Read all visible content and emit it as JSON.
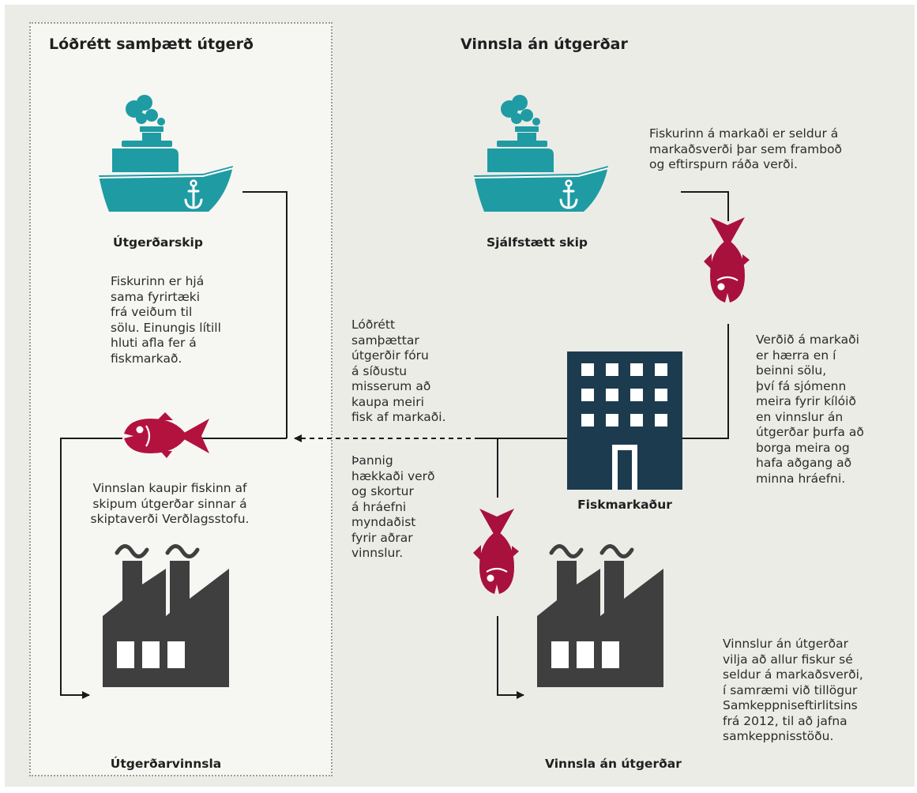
{
  "colors": {
    "ship": "#1f9ba3",
    "fish_horizontal": "#b3123f",
    "fish_vertical": "#a8113c",
    "factory": "#3f3f40",
    "building": "#1d3b4f",
    "line": "#1a1a1a"
  },
  "left_section": {
    "title": "Lóðrétt samþætt útgerð",
    "ship_label": "Útgerðarskip",
    "ship_text": "Fiskurinn er hjá\nsama fyrirtæki\nfrá veiðum til\nsölu. Einungis lítill\nhluti afla fer á\nfiskmarkað.",
    "fish_text": "Vinnslan kaupir fiskinn af\nskipum útgerðar sinnar á\nskiptaverði Verðlagsstofu.",
    "factory_label": "Útgerðarvinnsla"
  },
  "middle": {
    "text_top": "Lóðrétt\nsamþættar\nútgerðir fóru\ná síðustu\nmisserum að\nkaupa meiri\nfisk af markaði.",
    "text_bottom": "Þannig\nhækkaði verð\nog skortur\ná hráefni\nmyndaðist\nfyrir aðrar\nvinnslur."
  },
  "right_section": {
    "title": "Vinnsla án útgerðar",
    "ship_label": "Sjálfstætt skip",
    "ship_text": "Fiskurinn á markaði er seldur á\nmarkaðsverði þar sem framboð\nog eftirspurn ráða verði.",
    "market_text": "Verðið á markaði\ner hærra en í\nbeinni sölu,\nþví fá sjómenn\nmeira fyrir kílóið\nen vinnslur án\nútgerðar þurfa að\nborga meira og\nhafa aðgang að\nminna hráefni.",
    "market_label": "Fiskmarkaður",
    "factory_text": "Vinnslur án útgerðar\nvilja að allur fiskur sé\nseldur á markaðsverði,\ní samræmi við tillögur\nSamkeppniseftirlitsins\nfrá 2012, til að jafna\nsamkeppnisstöðu.",
    "factory_label": "Vinnsla án útgerðar"
  }
}
